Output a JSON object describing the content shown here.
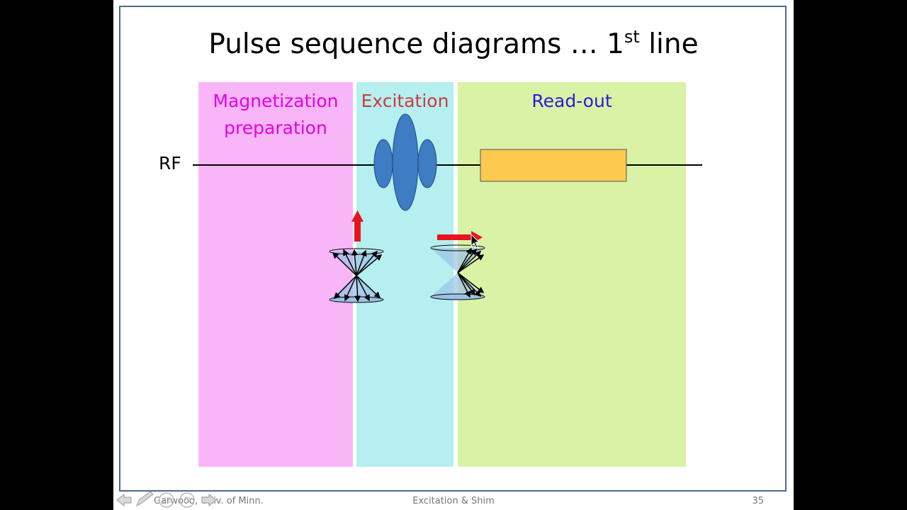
{
  "slide": {
    "title_main": "Pulse sequence diagrams … 1",
    "title_sup": "st",
    "title_end": " line",
    "bands": {
      "preparation_line1": "Magnetization",
      "preparation_line2": "preparation",
      "excitation": "Excitation",
      "readout": "Read-out"
    },
    "rf_label": "RF",
    "footer": {
      "left": "Garwood, Univ. of Minn.",
      "center": "Excitation & Shim",
      "page_number": "35"
    }
  },
  "colors": {
    "preparation": "#f8b6f8",
    "excitation": "#b5eff0",
    "readout": "#d9f2a6",
    "preparation_text": "#e600e6",
    "excitation_text": "#cc3b3b",
    "readout_text": "#2a1bd6",
    "pulse": "#3e7cc4",
    "readout_block": "#fdc94f",
    "arrow": "#e8141c"
  },
  "icons": {
    "nav_back": "arrow-left-icon",
    "nav_pen": "pen-icon",
    "nav_menu": "menu-icon",
    "nav_zoom": "zoom-icon",
    "nav_forward": "arrow-right-icon",
    "cursor": "mouse-pointer-icon"
  }
}
